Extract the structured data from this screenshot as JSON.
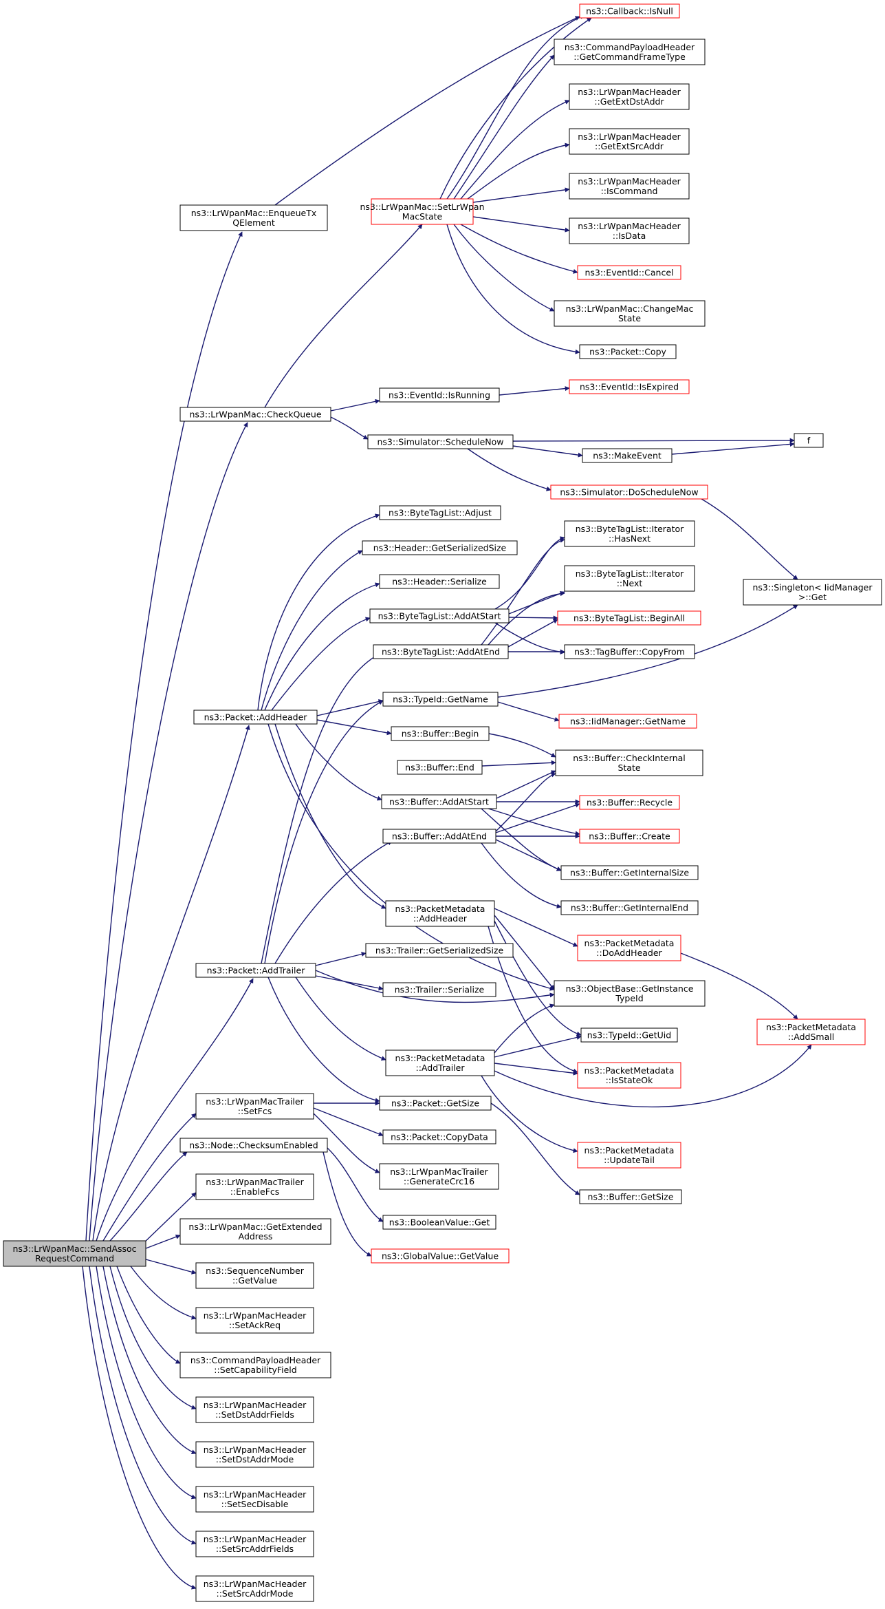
{
  "colors": {
    "edge": "#191970",
    "node_border": "#000000",
    "truncated_border": "#ff0000",
    "root_fill": "#bfbfbf",
    "background": "#ffffff"
  },
  "nodes": {
    "root": {
      "lines": [
        "ns3::LrWpanMac::SendAssoc",
        "RequestCommand"
      ]
    },
    "enqueue": {
      "lines": [
        "ns3::LrWpanMac::EnqueueTx",
        "QElement"
      ]
    },
    "checkqueue": {
      "lines": [
        "ns3::LrWpanMac::CheckQueue"
      ]
    },
    "addheader": {
      "lines": [
        "ns3::Packet::AddHeader"
      ]
    },
    "addtrailer": {
      "lines": [
        "ns3::Packet::AddTrailer"
      ]
    },
    "setfcs": {
      "lines": [
        "ns3::LrWpanMacTrailer",
        "::SetFcs"
      ]
    },
    "checksum": {
      "lines": [
        "ns3::Node::ChecksumEnabled"
      ]
    },
    "enablefcs": {
      "lines": [
        "ns3::LrWpanMacTrailer",
        "::EnableFcs"
      ]
    },
    "getextaddr": {
      "lines": [
        "ns3::LrWpanMac::GetExtended",
        "Address"
      ]
    },
    "seqgetvalue": {
      "lines": [
        "ns3::SequenceNumber",
        "::GetValue"
      ]
    },
    "setackreq": {
      "lines": [
        "ns3::LrWpanMacHeader",
        "::SetAckReq"
      ]
    },
    "setcap": {
      "lines": [
        "ns3::CommandPayloadHeader",
        "::SetCapabilityField"
      ]
    },
    "setdstfields": {
      "lines": [
        "ns3::LrWpanMacHeader",
        "::SetDstAddrFields"
      ]
    },
    "setdstmode": {
      "lines": [
        "ns3::LrWpanMacHeader",
        "::SetDstAddrMode"
      ]
    },
    "setsecdisable": {
      "lines": [
        "ns3::LrWpanMacHeader",
        "::SetSecDisable"
      ]
    },
    "setsrcfields": {
      "lines": [
        "ns3::LrWpanMacHeader",
        "::SetSrcAddrFields"
      ]
    },
    "setsrcmode": {
      "lines": [
        "ns3::LrWpanMacHeader",
        "::SetSrcAddrMode"
      ]
    },
    "setstate": {
      "lines": [
        "ns3::LrWpanMac::SetLrWpan",
        "MacState"
      ]
    },
    "evisrunning": {
      "lines": [
        "ns3::EventId::IsRunning"
      ]
    },
    "schednow": {
      "lines": [
        "ns3::Simulator::ScheduleNow"
      ]
    },
    "btladjust": {
      "lines": [
        "ns3::ByteTagList::Adjust"
      ]
    },
    "hdrsersize": {
      "lines": [
        "ns3::Header::GetSerializedSize"
      ]
    },
    "hdrserialize": {
      "lines": [
        "ns3::Header::Serialize"
      ]
    },
    "btladdstart": {
      "lines": [
        "ns3::ByteTagList::AddAtStart"
      ]
    },
    "btladdend": {
      "lines": [
        "ns3::ByteTagList::AddAtEnd"
      ]
    },
    "tidgetname": {
      "lines": [
        "ns3::TypeId::GetName"
      ]
    },
    "bufbegin": {
      "lines": [
        "ns3::Buffer::Begin"
      ]
    },
    "bufend": {
      "lines": [
        "ns3::Buffer::End"
      ]
    },
    "bufaddstart": {
      "lines": [
        "ns3::Buffer::AddAtStart"
      ]
    },
    "bufaddend": {
      "lines": [
        "ns3::Buffer::AddAtEnd"
      ]
    },
    "pmaddheader": {
      "lines": [
        "ns3::PacketMetadata",
        "::AddHeader"
      ]
    },
    "trlsersize": {
      "lines": [
        "ns3::Trailer::GetSerializedSize"
      ]
    },
    "trlserialize": {
      "lines": [
        "ns3::Trailer::Serialize"
      ]
    },
    "pmaddtrailer": {
      "lines": [
        "ns3::PacketMetadata",
        "::AddTrailer"
      ]
    },
    "pktgetsize": {
      "lines": [
        "ns3::Packet::GetSize"
      ]
    },
    "pktcopydata": {
      "lines": [
        "ns3::Packet::CopyData"
      ]
    },
    "gencrc": {
      "lines": [
        "ns3::LrWpanMacTrailer",
        "::GenerateCrc16"
      ]
    },
    "boolget": {
      "lines": [
        "ns3::BooleanValue::Get"
      ]
    },
    "globalget": {
      "lines": [
        "ns3::GlobalValue::GetValue"
      ]
    },
    "cbisnull": {
      "lines": [
        "ns3::Callback::IsNull"
      ]
    },
    "cmdgettype": {
      "lines": [
        "ns3::CommandPayloadHeader",
        "::GetCommandFrameType"
      ]
    },
    "getextdst": {
      "lines": [
        "ns3::LrWpanMacHeader",
        "::GetExtDstAddr"
      ]
    },
    "getextsrc": {
      "lines": [
        "ns3::LrWpanMacHeader",
        "::GetExtSrcAddr"
      ]
    },
    "iscommand": {
      "lines": [
        "ns3::LrWpanMacHeader",
        "::IsCommand"
      ]
    },
    "isdata": {
      "lines": [
        "ns3::LrWpanMacHeader",
        "::IsData"
      ]
    },
    "evcancel": {
      "lines": [
        "ns3::EventId::Cancel"
      ]
    },
    "changemac": {
      "lines": [
        "ns3::LrWpanMac::ChangeMac",
        "State"
      ]
    },
    "pktcopy": {
      "lines": [
        "ns3::Packet::Copy"
      ]
    },
    "evisexpired": {
      "lines": [
        "ns3::EventId::IsExpired"
      ]
    },
    "makeevent": {
      "lines": [
        "ns3::MakeEvent"
      ]
    },
    "doschednow": {
      "lines": [
        "ns3::Simulator::DoScheduleNow"
      ]
    },
    "itnext_has": {
      "lines": [
        "ns3::ByteTagList::Iterator",
        "::HasNext"
      ]
    },
    "itnext": {
      "lines": [
        "ns3::ByteTagList::Iterator",
        "::Next"
      ]
    },
    "btlbeginall": {
      "lines": [
        "ns3::ByteTagList::BeginAll"
      ]
    },
    "tbcopyfrom": {
      "lines": [
        "ns3::TagBuffer::CopyFrom"
      ]
    },
    "iidgetname": {
      "lines": [
        "ns3::IidManager::GetName"
      ]
    },
    "bufcheck": {
      "lines": [
        "ns3::Buffer::CheckInternal",
        "State"
      ]
    },
    "bufrecycle": {
      "lines": [
        "ns3::Buffer::Recycle"
      ]
    },
    "bufcreate": {
      "lines": [
        "ns3::Buffer::Create"
      ]
    },
    "bufintsize": {
      "lines": [
        "ns3::Buffer::GetInternalSize"
      ]
    },
    "bufintend": {
      "lines": [
        "ns3::Buffer::GetInternalEnd"
      ]
    },
    "pmdoaddheader": {
      "lines": [
        "ns3::PacketMetadata",
        "::DoAddHeader"
      ]
    },
    "objgetinst": {
      "lines": [
        "ns3::ObjectBase::GetInstance",
        "TypeId"
      ]
    },
    "tidgetuid": {
      "lines": [
        "ns3::TypeId::GetUid"
      ]
    },
    "pmisstateok": {
      "lines": [
        "ns3::PacketMetadata",
        "::IsStateOk"
      ]
    },
    "pmupdatetail": {
      "lines": [
        "ns3::PacketMetadata",
        "::UpdateTail"
      ]
    },
    "bufgetsize": {
      "lines": [
        "ns3::Buffer::GetSize"
      ]
    },
    "f": {
      "lines": [
        "f"
      ]
    },
    "singleton": {
      "lines": [
        "ns3::Singleton< IidManager",
        " >::Get"
      ]
    },
    "pmaddsmall": {
      "lines": [
        "ns3::PacketMetadata",
        "::AddSmall"
      ]
    }
  }
}
